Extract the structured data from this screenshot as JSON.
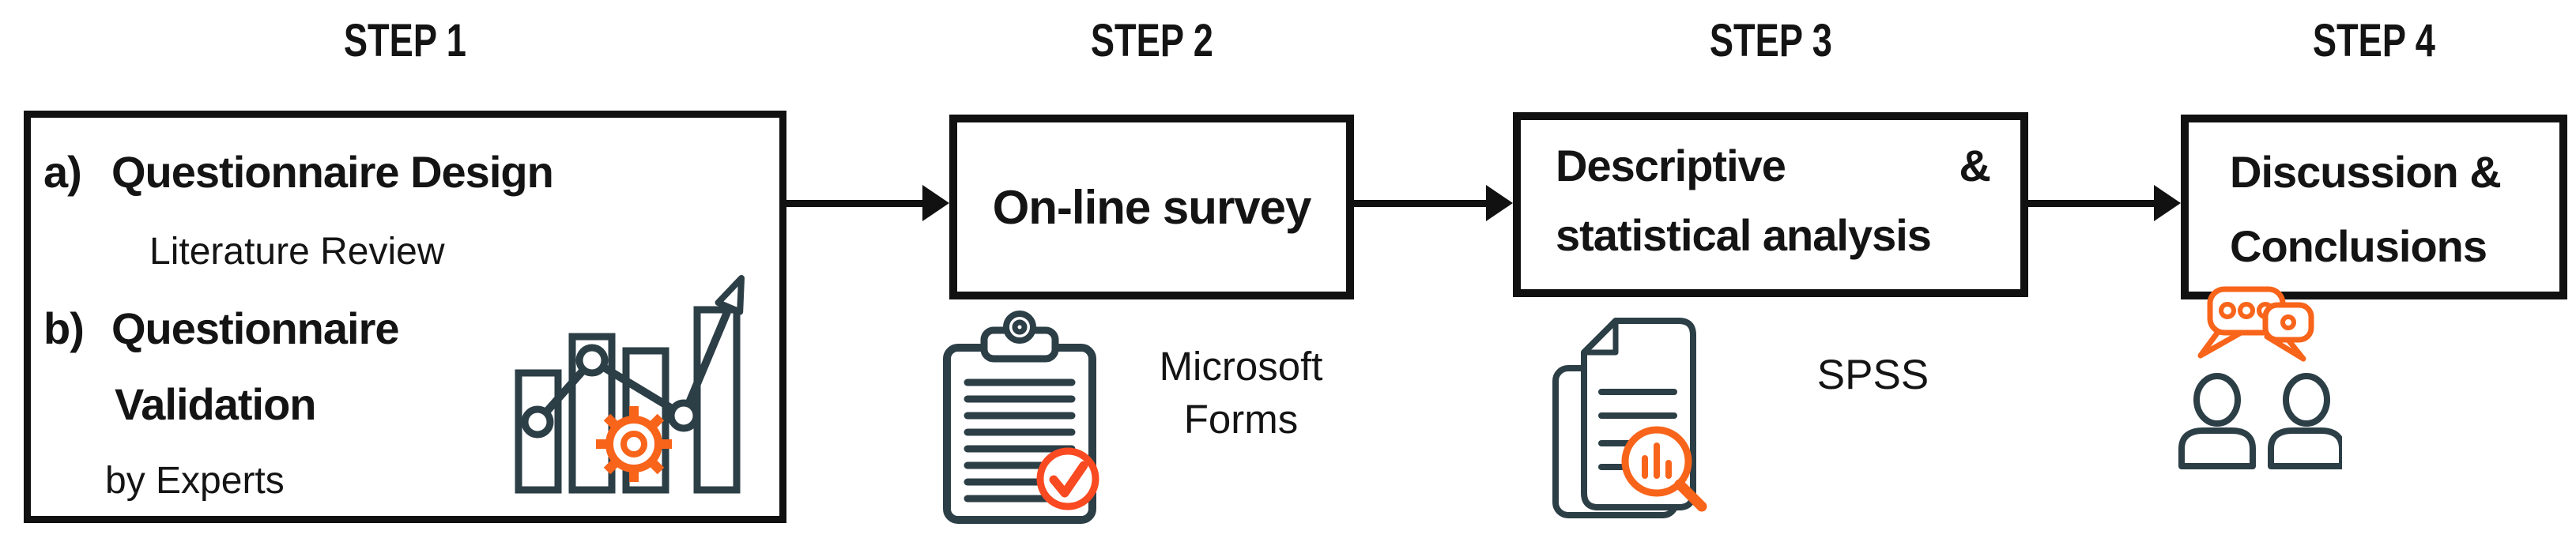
{
  "figure": {
    "type": "process-flow-diagram",
    "background": "#ffffff"
  },
  "colors": {
    "accent_orange": "#F8641A",
    "check_orange": "#FA4A21",
    "icon_dark_teal": "#2C3E46",
    "text": "#141414",
    "box_border": "#111111"
  },
  "steps": [
    {
      "title": "STEP 1",
      "items": [
        {
          "label": "a)",
          "text": "Questionnaire Design",
          "style": "bold"
        },
        {
          "label": "",
          "text": "Literature Review",
          "style": "regular"
        },
        {
          "label": "b)",
          "text": "Questionnaire",
          "style": "bold"
        },
        {
          "label": "",
          "text": "Validation",
          "style": "bold"
        },
        {
          "label": "",
          "text": "by Experts",
          "style": "regular"
        }
      ],
      "icon": "bar-chart-growth-gear-icon"
    },
    {
      "title": "STEP 2",
      "box_label": "On-line survey",
      "caption_lines": [
        "Microsoft",
        "Forms"
      ],
      "icon": "clipboard-checklist-icon"
    },
    {
      "title": "STEP 3",
      "box_line1_left": "Descriptive",
      "box_line1_right": "&",
      "box_line2": "statistical analysis",
      "caption": "SPSS",
      "icon": "document-report-magnifier-icon"
    },
    {
      "title": "STEP 4",
      "box_line1": "Discussion &",
      "box_line2": "Conclusions",
      "icon": "people-discussion-icon"
    }
  ]
}
